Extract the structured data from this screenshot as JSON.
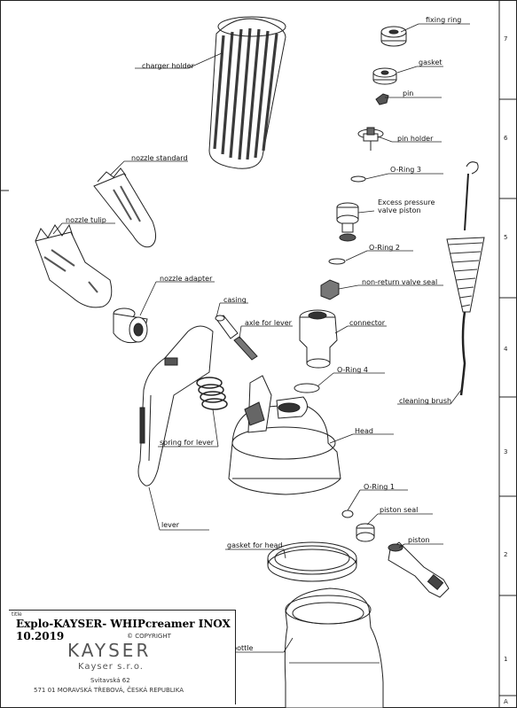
{
  "parts": {
    "charger_holder": "charger holder",
    "fixing_ring": "fixing ring",
    "gasket": "gasket",
    "pin": "pin",
    "pin_holder": "pin holder",
    "o_ring_3": "O-Ring 3",
    "excess_valve": "Excess pressure valve piston",
    "o_ring_2": "O-Ring 2",
    "non_return_seal": "non-return valve seal",
    "nozzle_standard": "nozzle standard",
    "nozzle_tulip": "nozzle tulip",
    "nozzle_adapter": "nozzle adapter",
    "casing": "casing",
    "axle_for_lever": "axle for lever",
    "connector": "connector",
    "o_ring_4": "O-Ring 4",
    "cleaning_brush": "cleaning brush",
    "head": "Head",
    "spring_for_lever": "spring for lever",
    "lever": "lever",
    "o_ring_1": "O-Ring 1",
    "piston_seal": "piston seal",
    "piston": "piston",
    "gasket_for_head": "gasket for head",
    "bottle": "bottle"
  },
  "frame": {
    "row_marks_right": [
      "7",
      "6",
      "5",
      "4",
      "3",
      "2",
      "1"
    ],
    "col_mark_bottom": "A"
  },
  "title_block": {
    "tag": "title",
    "title": "Explo-KAYSER- WHIPcreamer INOX 10.2019",
    "copyright": "© COPYRIGHT",
    "brand": "KAYSER",
    "company": "Kayser s.r.o.",
    "street": "Svitavská 62",
    "city": "571 01 MORAVSKÁ TŘEBOVÁ, ČESKÁ REPUBLIKA"
  },
  "colors": {
    "ink": "#111111",
    "line": "#222222",
    "shade": "#3a3a3a"
  }
}
